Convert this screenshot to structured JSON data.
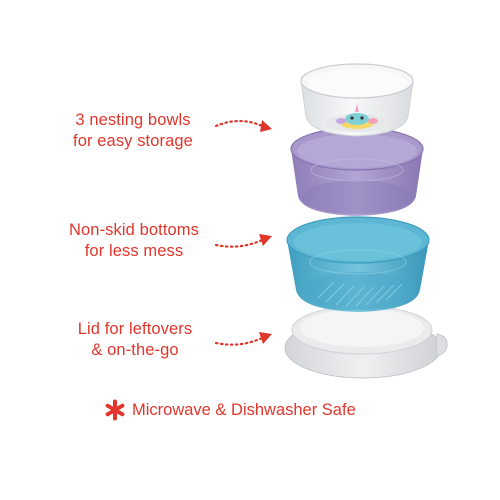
{
  "callouts": [
    {
      "line1": "3 nesting bowls",
      "line2": "for easy storage"
    },
    {
      "line1": "Non-skid bottoms",
      "line2": "for less mess"
    },
    {
      "line1": "Lid for leftovers",
      "line2": "& on-the-go"
    }
  ],
  "footer": {
    "icon": "asterisk-icon",
    "text": "Microwave & Dishwasher Safe"
  },
  "colors": {
    "accent": "#e0362b",
    "bowl_clear": "#eef0f1",
    "bowl_purple": "#a897c9",
    "bowl_teal": "#5eb8d3",
    "lid": "#e3e5e7"
  },
  "items": [
    "clear-bowl",
    "purple-bowl",
    "teal-bowl",
    "lid"
  ]
}
